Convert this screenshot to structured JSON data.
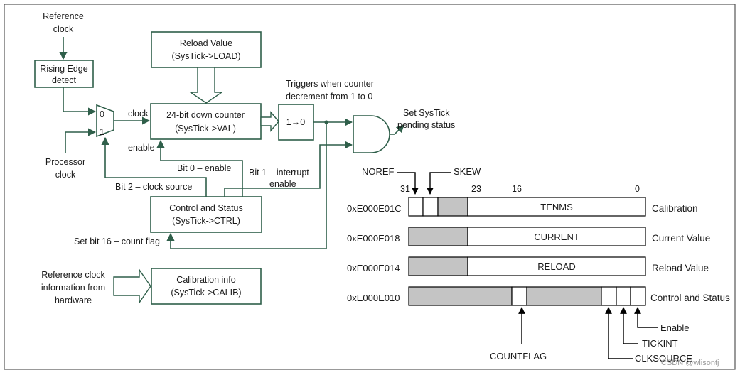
{
  "blocks": {
    "ref_clock": [
      "Reference",
      "clock"
    ],
    "rising_edge": [
      "Rising Edge",
      "detect"
    ],
    "proc_clock": [
      "Processor",
      "clock"
    ],
    "reload_value": [
      "Reload Value",
      "(SysTick->LOAD)"
    ],
    "counter": [
      "24-bit down counter",
      "(SysTick->VAL)"
    ],
    "transition": "1→0",
    "triggers": [
      "Triggers when counter",
      "decrement from 1 to 0"
    ],
    "set_systick": [
      "Set SysTick",
      "pending status"
    ],
    "control": [
      "Control and Status",
      "(SysTick->CTRL)"
    ],
    "calib": [
      "Calibration info",
      "(SysTick->CALIB)"
    ],
    "ref_info": [
      "Reference clock",
      "information from",
      "hardware"
    ]
  },
  "labels": {
    "clock": "clock",
    "enable": "enable",
    "mux0": "0",
    "mux1": "1",
    "bit0": "Bit 0 – enable",
    "bit1": [
      "Bit 1 – interrupt",
      "enable"
    ],
    "bit2": "Bit 2 – clock source",
    "bit16": "Set bit 16 – count flag"
  },
  "registers": {
    "noref": "NOREF",
    "skew": "SKEW",
    "bit31": "31",
    "bit23": "23",
    "bit16": "16",
    "bit0": "0",
    "rows": [
      {
        "addr": "0xE000E01C",
        "field": "TENMS",
        "name": "Calibration"
      },
      {
        "addr": "0xE000E018",
        "field": "CURRENT",
        "name": "Current Value"
      },
      {
        "addr": "0xE000E014",
        "field": "RELOAD",
        "name": "Reload Value"
      },
      {
        "addr": "0xE000E010",
        "field": "",
        "name": "Control and Status"
      }
    ],
    "countflag": "COUNTFLAG",
    "clksource": "CLKSOURCE",
    "tickint": "TICKINT",
    "enable": "Enable"
  },
  "watermark": "CSDN @wlisontj"
}
